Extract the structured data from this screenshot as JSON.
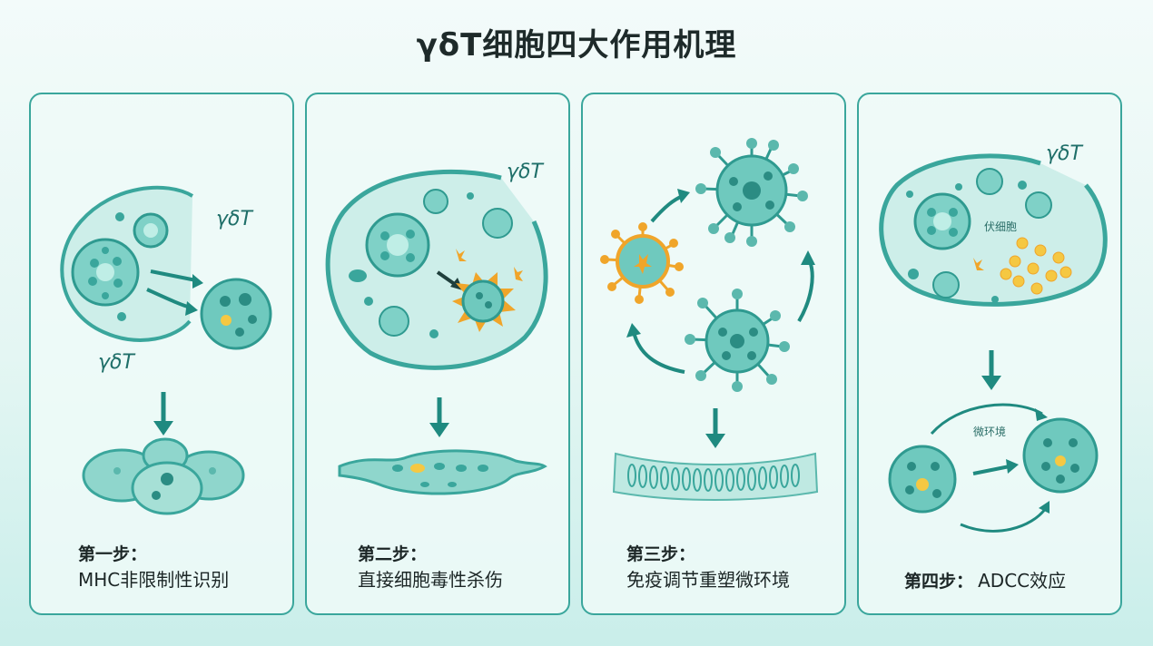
{
  "title": "γδT细胞四大作用机理",
  "labels": {
    "gdt": "γδT",
    "tumor_cell": "伏细胞",
    "microenv": "微环境"
  },
  "steps": [
    {
      "num": "第一步：",
      "desc": "MHC非限制性识别"
    },
    {
      "num": "第二步：",
      "desc": "直接细胞毒性杀伤"
    },
    {
      "num": "第三步：",
      "desc": "免疫调节重塑微环境"
    },
    {
      "num": "第四步：",
      "desc": "ADCC效应"
    }
  ],
  "colors": {
    "teal": "#3aa69c",
    "teal_fill": "#7fd1c7",
    "dark_teal": "#1f8a80",
    "orange": "#f0a52a",
    "yellow": "#f5c842"
  }
}
